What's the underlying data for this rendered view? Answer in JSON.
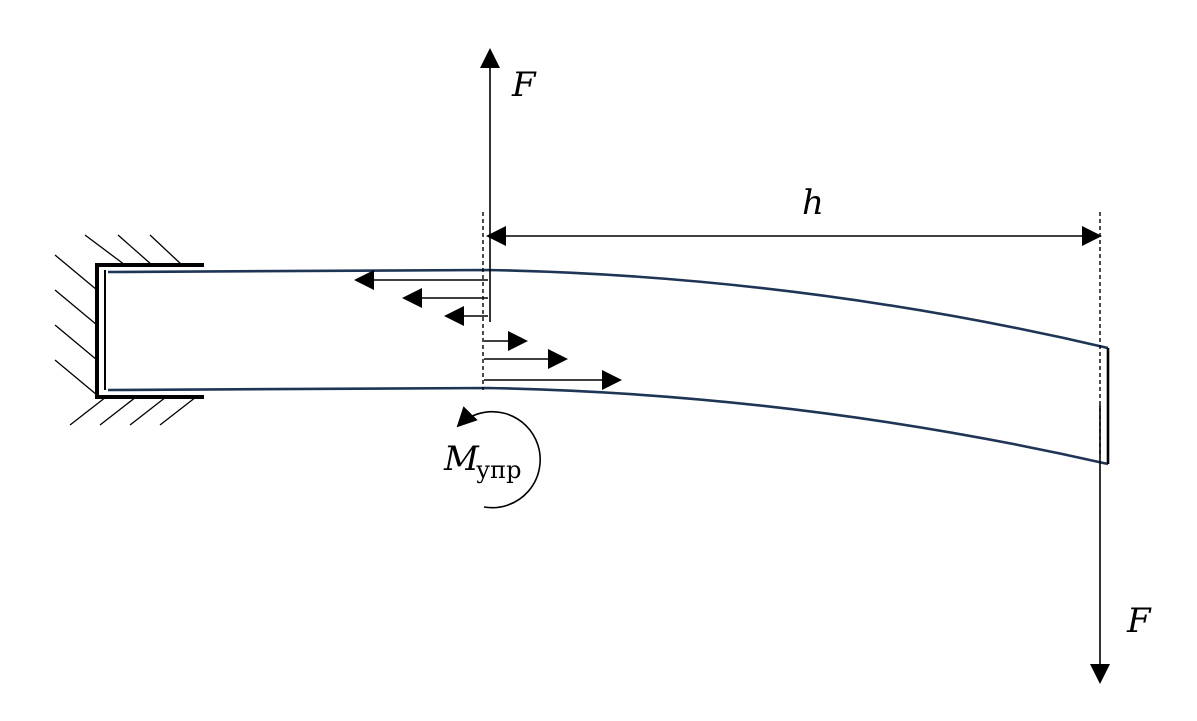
{
  "labels": {
    "force_top": "F",
    "force_bottom": "F",
    "lever_arm": "h",
    "moment_main": "M",
    "moment_subscript": "упр"
  },
  "colors": {
    "beam": "#1f3556",
    "ink": "#000000",
    "background": "#ffffff"
  }
}
